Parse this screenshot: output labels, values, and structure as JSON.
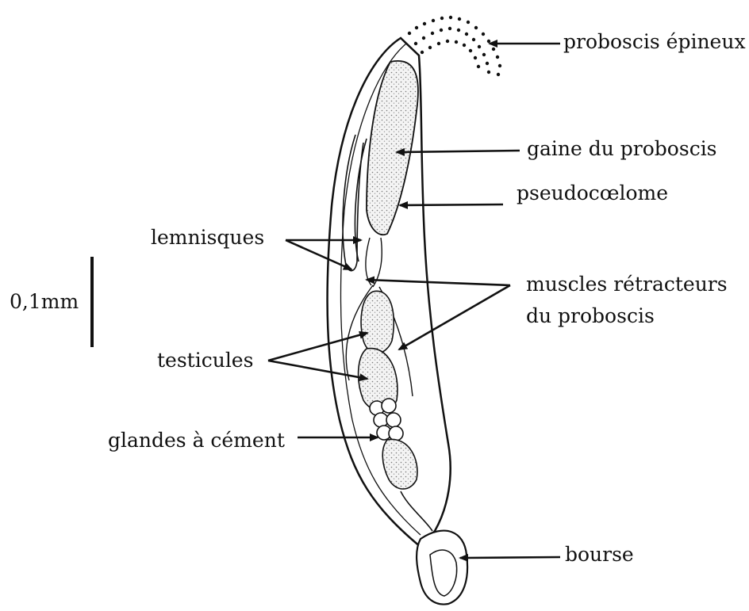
{
  "labels": {
    "proboscis": "proboscis épineux",
    "gaine": "gaine du proboscis",
    "pseudocoelome": "pseudocœlome",
    "lemnisques": "lemnisques",
    "muscles_line1": "muscles rétracteurs",
    "muscles_line2": "du proboscis",
    "testicules": "testicules",
    "glandes": "glandes à cément",
    "bourse": "bourse"
  },
  "scale_bar": {
    "label": "0,1mm"
  },
  "colors": {
    "ink": "#111111",
    "stipple": "#d9d9d9",
    "background": "#ffffff"
  }
}
